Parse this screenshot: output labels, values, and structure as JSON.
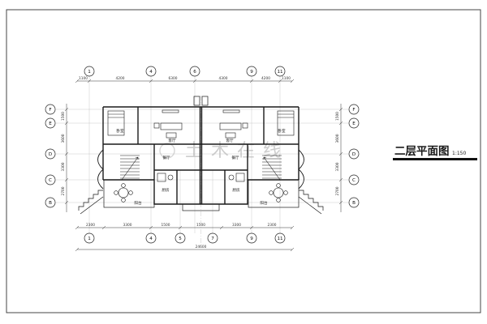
{
  "title_block": {
    "title": "二层平面图",
    "scale": "1:150"
  },
  "watermark": {
    "text": "土木在线"
  },
  "axes": {
    "top": [
      "1",
      "4",
      "6",
      "9",
      "11"
    ],
    "bottom": [
      "1",
      "4",
      "5",
      "7",
      "9",
      "11"
    ],
    "left": [
      "F",
      "E",
      "D",
      "C",
      "B"
    ],
    "right": [
      "F",
      "E",
      "D",
      "C",
      "B"
    ]
  },
  "dims": {
    "top": [
      "1100",
      "4200",
      "6300",
      "4300",
      "4200",
      "1100"
    ],
    "bottom": [
      "2300",
      "3300",
      "1500",
      "1500",
      "3300",
      "2300"
    ],
    "bottom_total": "24600",
    "left": [
      "1500",
      "3600",
      "3300",
      "2700"
    ],
    "right": [
      "1500",
      "3600",
      "3300",
      "2700"
    ]
  },
  "rooms": {
    "bedroom_left": "卧室",
    "bedroom_right": "卧室",
    "living_left": "客厅",
    "living_right": "客厅",
    "dining_left": "餐厅",
    "dining_right": "餐厅",
    "kitchen_left": "厨房",
    "kitchen_right": "厨房",
    "balcony_left": "阳台",
    "balcony_right": "阳台"
  },
  "colors": {
    "line": "#1a1a1a",
    "grid": "#bdbdbd",
    "watermark": "#cdcdcd"
  }
}
